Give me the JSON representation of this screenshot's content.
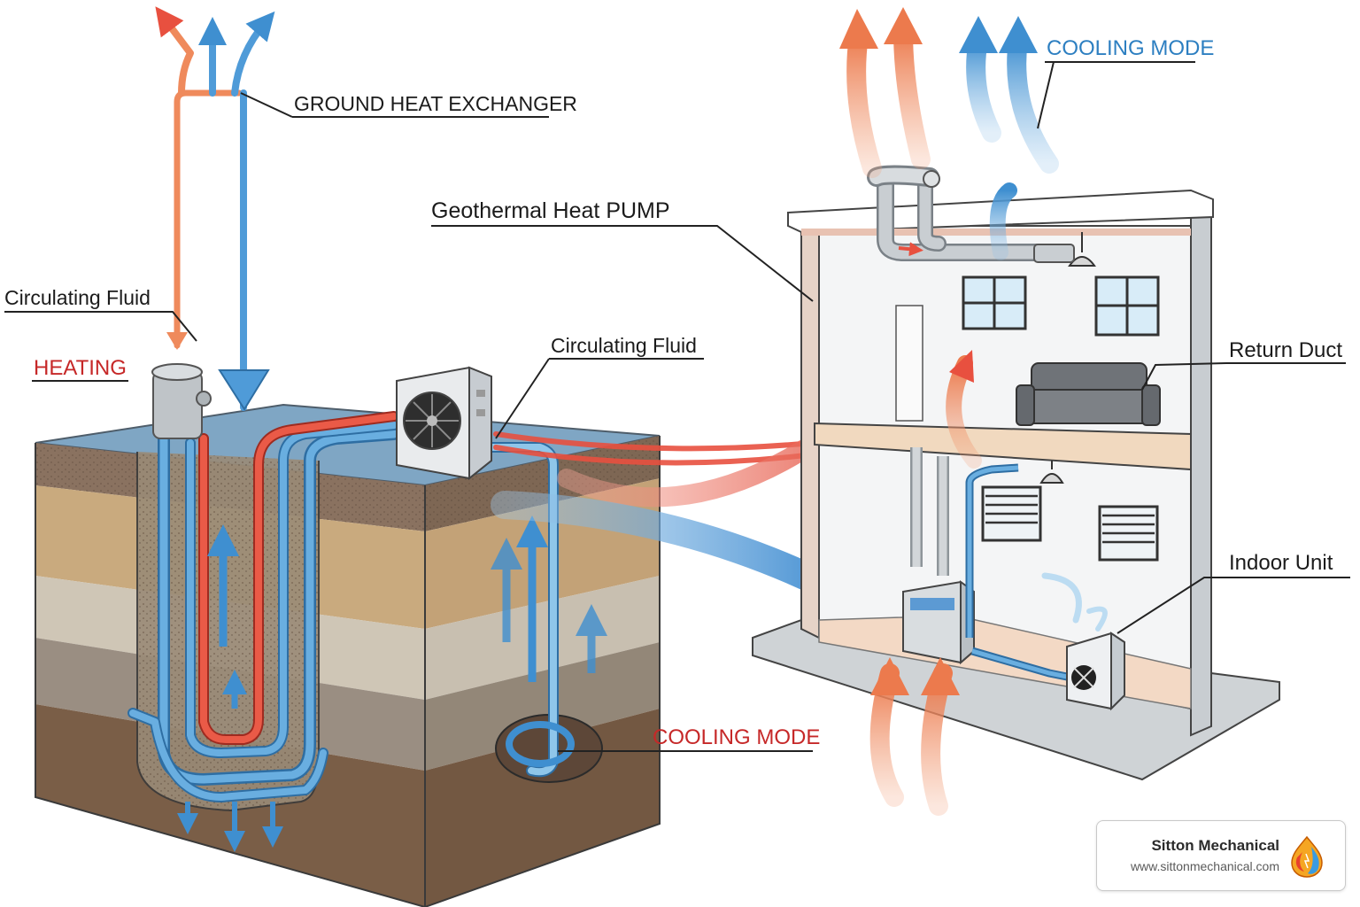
{
  "labels": {
    "ground_heat_exchanger": "GROUND HEAT EXCHANGER",
    "circulating_fluid_left": "Circulating Fluid",
    "heating": "HEATING",
    "geothermal_heat_pump": "Geothermal Heat PUMP",
    "circulating_fluid_center": "Circulating Fluid",
    "cooling_mode_top": "COOLING MODE",
    "return_duct": "Return Duct",
    "indoor_unit": "Indoor Unit",
    "cooling_mode_bottom": "COOLING MODE"
  },
  "brand": {
    "name": "Sitton Mechanical",
    "url": "www.sittonmechanical.com"
  },
  "colors": {
    "warm_fluid": "#e8503f",
    "cool_fluid": "#3f8fd0",
    "warm_air": "#ef8a5c",
    "cool_air": "#4f9bd8",
    "label_red": "#c62828",
    "label_blue": "#2d7fc1"
  },
  "icons": [
    "fan-icon",
    "flame-droplet-logo-icon",
    "sofa-icon",
    "window-icon",
    "ceiling-lamp-icon"
  ]
}
